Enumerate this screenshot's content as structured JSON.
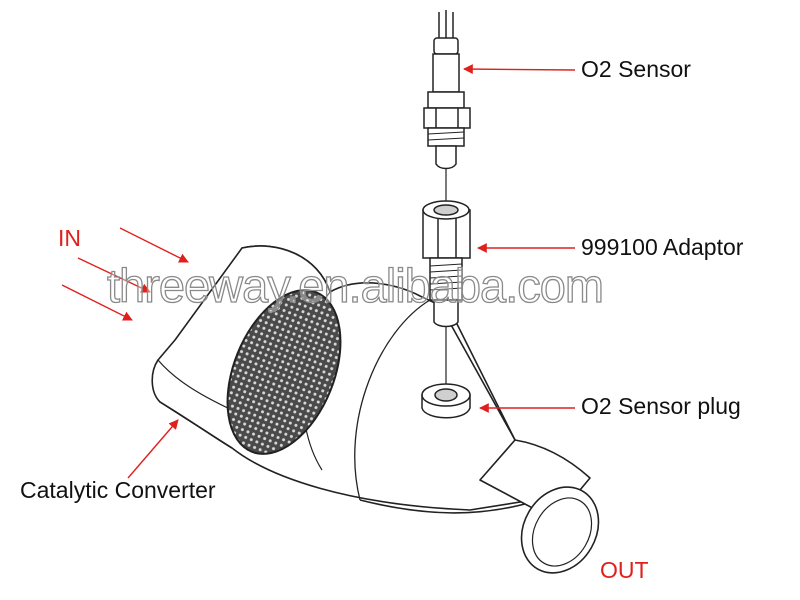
{
  "labels": {
    "o2_sensor": "O2 Sensor",
    "adaptor": "999100 Adaptor",
    "sensor_plug": "O2 Sensor plug",
    "catalytic_converter": "Catalytic Converter",
    "inlet": "IN",
    "outlet": "OUT"
  },
  "watermark": "threeway.en.alibaba.com",
  "colors": {
    "arrow": "#e0201c",
    "line": "#222222",
    "text": "#111111"
  }
}
